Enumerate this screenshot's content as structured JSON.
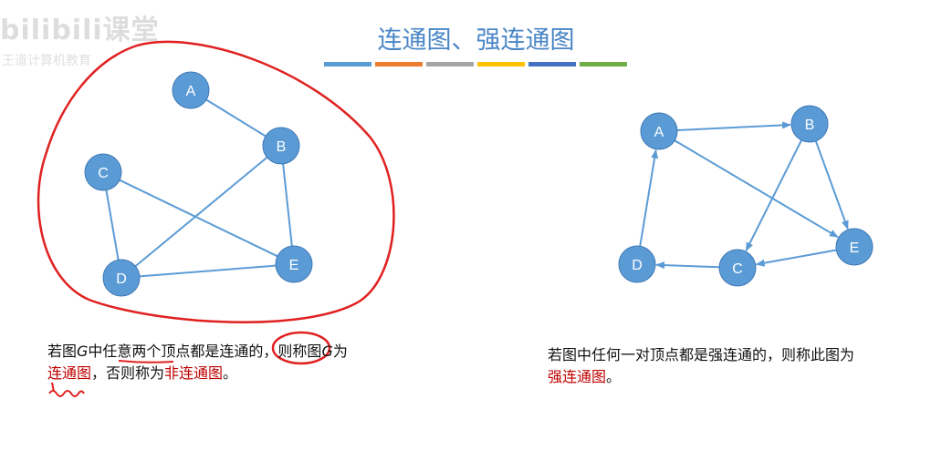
{
  "watermark": {
    "brand": "bilibili课堂",
    "sub": "王道计算机教育"
  },
  "title": "连通图、强连通图",
  "title_bar_colors": [
    "#5b9bd5",
    "#ed7d31",
    "#a5a5a5",
    "#ffc000",
    "#4472c4",
    "#70ad47"
  ],
  "left_graph": {
    "directed": false,
    "node_color": "#5b9bd5",
    "edge_color": "#5b9bd5",
    "annotation_color": "#e02020",
    "nodes": [
      "A",
      "B",
      "C",
      "D",
      "E"
    ],
    "edges": [
      [
        "A",
        "B"
      ],
      [
        "B",
        "D"
      ],
      [
        "B",
        "E"
      ],
      [
        "C",
        "D"
      ],
      [
        "C",
        "E"
      ],
      [
        "D",
        "E"
      ]
    ]
  },
  "right_graph": {
    "directed": true,
    "node_color": "#5b9bd5",
    "edge_color": "#5b9bd5",
    "nodes": [
      "A",
      "B",
      "C",
      "D",
      "E"
    ],
    "edges": [
      [
        "A",
        "B"
      ],
      [
        "A",
        "E"
      ],
      [
        "B",
        "C"
      ],
      [
        "B",
        "E"
      ],
      [
        "E",
        "C"
      ],
      [
        "C",
        "D"
      ],
      [
        "D",
        "A"
      ]
    ]
  },
  "left_caption": {
    "p1": "若图",
    "g1": "G",
    "p2": "中任意两个顶点都是连通的，则称图",
    "g2": "G",
    "p3": "为",
    "term1": "连通图",
    "p4": "，否则称为",
    "term2": "非连通图",
    "p5": "。"
  },
  "right_caption": {
    "p1": "若图中任何一对顶点都是强连通的，则称此图为",
    "term": "强连通图",
    "p2": "。"
  }
}
